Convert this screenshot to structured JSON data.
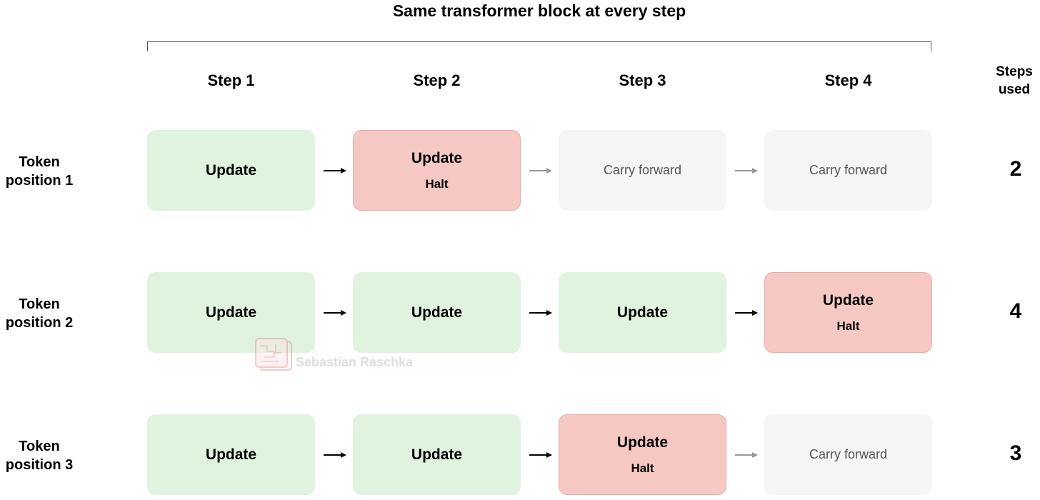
{
  "title": "Same transformer block at every step",
  "steps": [
    "Step 1",
    "Step 2",
    "Step 3",
    "Step 4"
  ],
  "steps_used_header": [
    "Steps",
    "used"
  ],
  "rows": [
    {
      "label": [
        "Token",
        "position 1"
      ],
      "steps_used": "2",
      "cells": [
        {
          "kind": "update",
          "label": "Update",
          "sub": ""
        },
        {
          "kind": "halt",
          "label": "Update",
          "sub": "Halt"
        },
        {
          "kind": "carry",
          "label": "Carry forward",
          "sub": ""
        },
        {
          "kind": "carry",
          "label": "Carry forward",
          "sub": ""
        }
      ],
      "arrows": [
        "active",
        "inactive",
        "inactive"
      ]
    },
    {
      "label": [
        "Token",
        "position 2"
      ],
      "steps_used": "4",
      "cells": [
        {
          "kind": "update",
          "label": "Update",
          "sub": ""
        },
        {
          "kind": "update",
          "label": "Update",
          "sub": ""
        },
        {
          "kind": "update",
          "label": "Update",
          "sub": ""
        },
        {
          "kind": "halt",
          "label": "Update",
          "sub": "Halt"
        }
      ],
      "arrows": [
        "active",
        "active",
        "active"
      ]
    },
    {
      "label": [
        "Token",
        "position 3"
      ],
      "steps_used": "3",
      "cells": [
        {
          "kind": "update",
          "label": "Update",
          "sub": ""
        },
        {
          "kind": "update",
          "label": "Update",
          "sub": ""
        },
        {
          "kind": "halt",
          "label": "Update",
          "sub": "Halt"
        },
        {
          "kind": "carry",
          "label": "Carry forward",
          "sub": ""
        }
      ],
      "arrows": [
        "active",
        "active",
        "inactive"
      ]
    }
  ],
  "colors": {
    "update_fill": "#e0f3df",
    "halt_fill": "#f6c8c4",
    "carry_fill": "#f5f5f3",
    "arrow_active": "#000000",
    "arrow_inactive": "#999999"
  },
  "watermark": "Sebastian Raschka"
}
